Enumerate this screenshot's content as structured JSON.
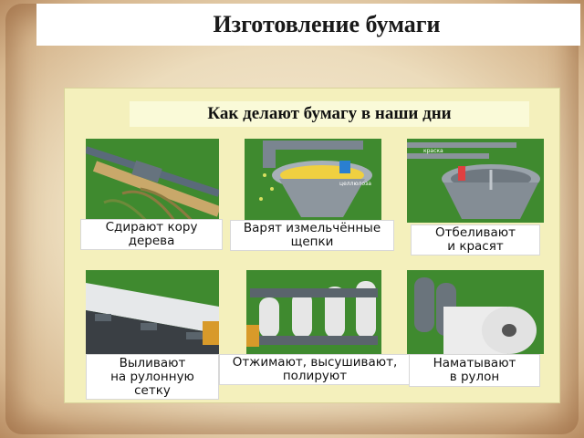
{
  "title": "Изготовление бумаги",
  "subtitle": "Как делают бумагу в наши дни",
  "steps": [
    {
      "caption": "Сдирают кору\nдерева",
      "icon": "log-debarking-icon"
    },
    {
      "caption": "Варят измельчённые\nщепки",
      "icon": "cooking-vat-icon",
      "pic_label": "целлюлоза"
    },
    {
      "caption": "Отбеливают\nи красят",
      "icon": "bleaching-vat-icon",
      "pic_label": "краска"
    },
    {
      "caption": "Выливают\nна рулонную\nсетку",
      "icon": "mesh-conveyor-icon"
    },
    {
      "caption": "Отжимают, высушивают,\nполируют",
      "icon": "press-rollers-icon"
    },
    {
      "caption": "Наматывают\nв рулон",
      "icon": "paper-roll-icon"
    }
  ]
}
